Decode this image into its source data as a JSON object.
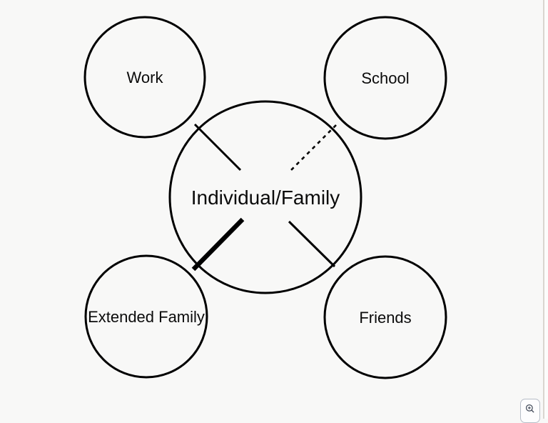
{
  "app": {
    "background_color": "#f8f8f7",
    "divider_color": "#d9d6d0"
  },
  "diagram": {
    "type": "ecomap",
    "stroke_color": "#000000",
    "label_color": "#0b0b0b",
    "center_node": {
      "id": "individual-family",
      "label": "Individual/Family"
    },
    "nodes": [
      {
        "id": "work",
        "label": "Work",
        "position": "top-left"
      },
      {
        "id": "school",
        "label": "School",
        "position": "top-right"
      },
      {
        "id": "extended-family",
        "label": "Extended Family",
        "position": "bottom-left"
      },
      {
        "id": "friends",
        "label": "Friends",
        "position": "bottom-right"
      }
    ],
    "connections": [
      {
        "from": "Individual/Family",
        "to": "Work",
        "line_style": "solid"
      },
      {
        "from": "Individual/Family",
        "to": "School",
        "line_style": "dashed"
      },
      {
        "from": "Individual/Family",
        "to": "Extended Family",
        "line_style": "thick-solid"
      },
      {
        "from": "Individual/Family",
        "to": "Friends",
        "line_style": "solid"
      }
    ]
  },
  "controls": {
    "zoom_button": {
      "icon": "magnifier-plus"
    }
  }
}
